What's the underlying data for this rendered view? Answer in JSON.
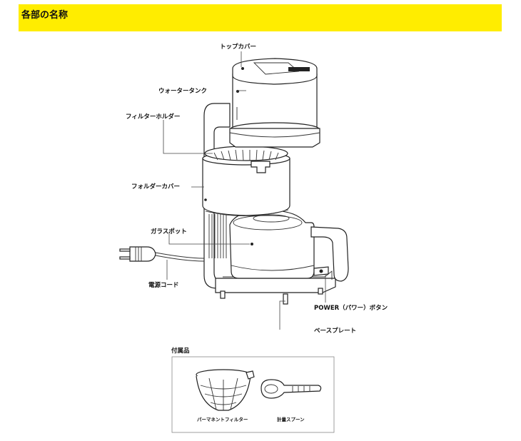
{
  "header": {
    "title": "各部の名称"
  },
  "labels": {
    "top_cover": "トップカバー",
    "water_tank": "ウォータータンク",
    "filter_holder": "フィルターホルダー",
    "holder_cover": "フォルダーカバー",
    "glass_pot": "ガラスポット",
    "power_cord": "電源コード",
    "power_button": "POWER（パワー）ボタン",
    "base_plate": "ベースプレート"
  },
  "accessories": {
    "title": "付属品",
    "items": [
      {
        "label": "パーマネントフィルター",
        "icon": "permanent-filter-icon"
      },
      {
        "label": "計量スプーン",
        "icon": "measuring-spoon-icon"
      }
    ]
  },
  "colors": {
    "banner": "#ffed00",
    "line": "#222222"
  }
}
